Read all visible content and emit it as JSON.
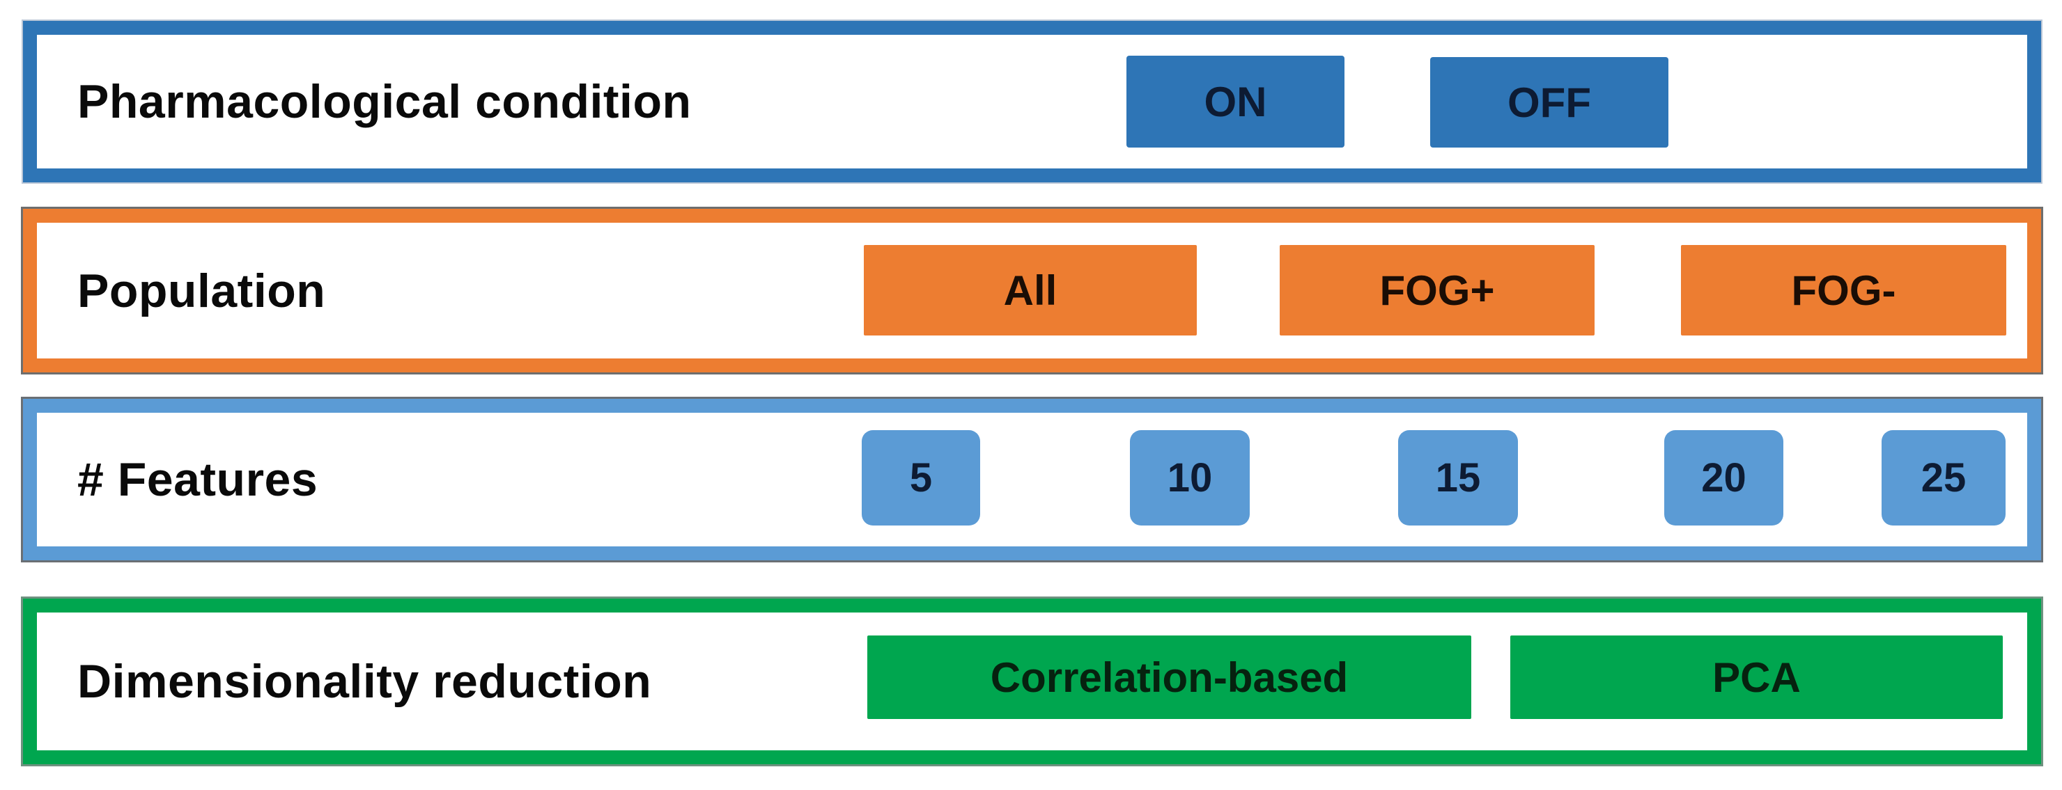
{
  "rows": [
    {
      "label": "Pharmacological condition",
      "color": "#2E75B6",
      "options": [
        {
          "label": "ON"
        },
        {
          "label": "OFF"
        }
      ]
    },
    {
      "label": "Population",
      "color": "#ED7D31",
      "options": [
        {
          "label": "All"
        },
        {
          "label": "FOG+"
        },
        {
          "label": "FOG-"
        }
      ]
    },
    {
      "label": "# Features",
      "color": "#5B9BD5",
      "options": [
        {
          "label": "5"
        },
        {
          "label": "10"
        },
        {
          "label": "15"
        },
        {
          "label": "20"
        },
        {
          "label": "25"
        }
      ]
    },
    {
      "label": "Dimensionality reduction",
      "color": "#00A64F",
      "options": [
        {
          "label": "Correlation-based"
        },
        {
          "label": "PCA"
        }
      ]
    }
  ]
}
